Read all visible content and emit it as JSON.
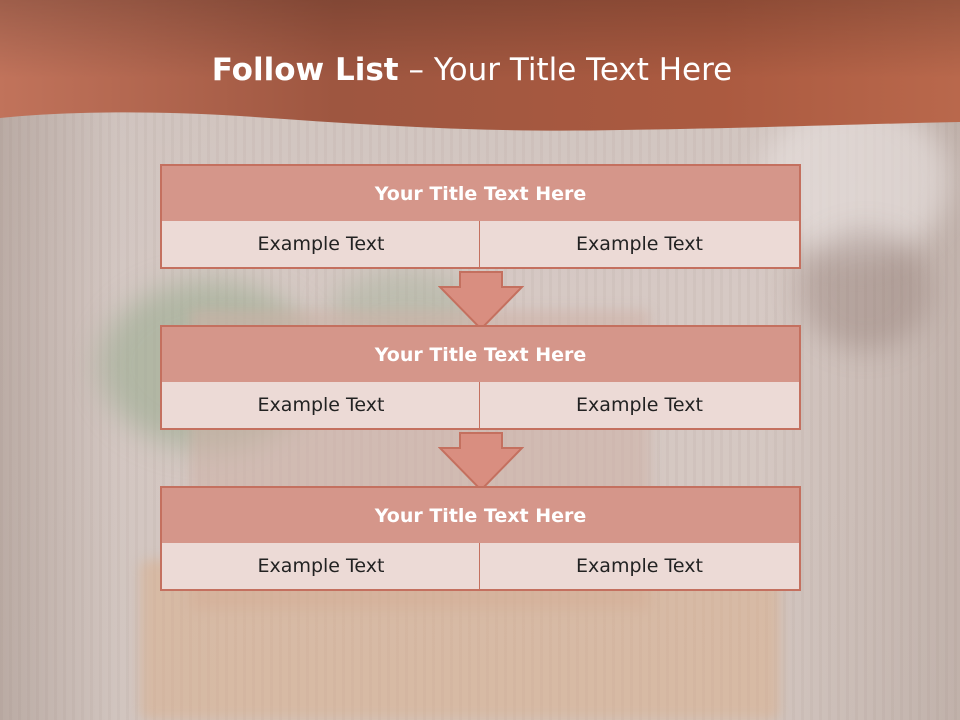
{
  "slide": {
    "title_bold": "Follow List",
    "title_rest": "– Your Title Text Here"
  },
  "diagram": {
    "rows": [
      {
        "title": "Your Title Text Here",
        "left": "Example Text",
        "right": "Example Text"
      },
      {
        "title": "Your Title Text Here",
        "left": "Example Text",
        "right": "Example Text"
      },
      {
        "title": "Your Title Text Here",
        "left": "Example Text",
        "right": "Example Text"
      }
    ]
  },
  "colors": {
    "header_band": "#b2604a",
    "row_title_fill": "#d5968a",
    "row_border": "#c4705f",
    "row_cell_fill": "#ecdad6",
    "arrow_fill": "#d98e80"
  }
}
